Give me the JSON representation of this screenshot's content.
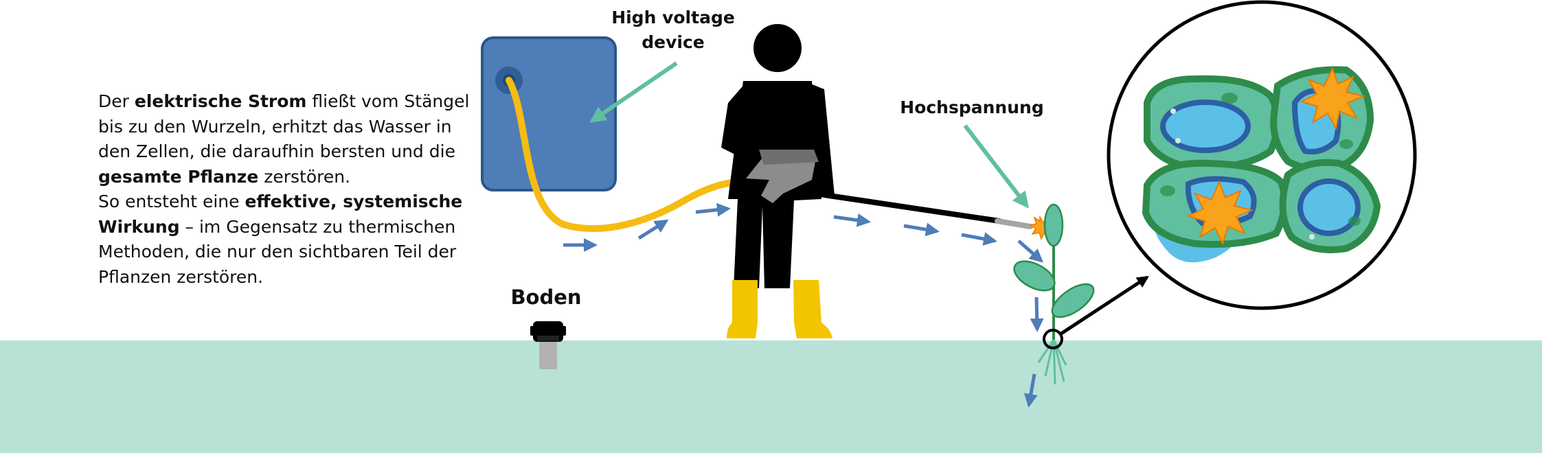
{
  "description": {
    "p1_pre": "Der ",
    "p1_b1": "elektrische Strom",
    "p1_mid": " fließt vom Stängel bis zu den Wurzeln, erhitzt das Wasser in den Zellen, die daraufhin bersten und die ",
    "p1_b2": "gesamte Pflanze",
    "p1_post": " zerstören.",
    "p2_pre": "So entsteht eine ",
    "p2_b1": "effektive, systemische Wirkung",
    "p2_post": " – im Gegensatz zu thermischen Methoden, die nur den sichtbaren Teil der Pflanzen zerstören."
  },
  "labels": {
    "device_line1": "High voltage",
    "device_line2": "device",
    "hochspannung": "Hochspannung",
    "boden": "Boden"
  },
  "colors": {
    "background": "#ffffff",
    "ground": "#b9e2d6",
    "device_fill": "#4f7db8",
    "device_stroke": "#2c5689",
    "cable": "#f5bc12",
    "current_arrow": "#4f7db8",
    "pointer_arrow": "#5fbf9f",
    "boots": "#f2c500",
    "person": "#000000",
    "plant_leaf": "#5fbf9f",
    "cell_outer": "#2e8b4a",
    "cell_inner": "#5fbf9f",
    "vacuole": "#5bc0e8",
    "nucleus": "#2d5fa3",
    "spark": "#f9a21b"
  },
  "icons": [
    "sensor-probe-icon",
    "spark-icon",
    "magnifier-circle-icon"
  ]
}
